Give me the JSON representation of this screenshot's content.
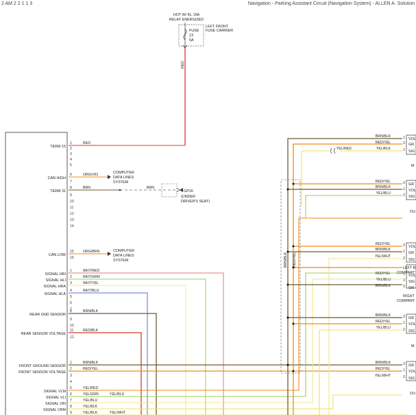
{
  "header": {
    "left": "2 AM 2 2 1 1 3",
    "right": "Navigation - Parking Assistant Circuit (Navigation System) - ALLEN A. Solution"
  },
  "top_block": {
    "feed": [
      "HOT W/ KL 15A",
      "RELAY ENERGIZED"
    ],
    "carrier": [
      "LEFT FRONT",
      "FUSE CARRIER"
    ],
    "fuse": [
      "FUSE",
      "13",
      "5A"
    ],
    "wire": "RED"
  },
  "module": {
    "labels": [
      {
        "text": "TERM 15",
        "pin": 1
      },
      {
        "text": "CAN HIGH",
        "pin": 6
      },
      {
        "text": "TERM 31",
        "pin": 8
      },
      {
        "text": "CAN LOW",
        "pin": 15
      },
      {
        "text": "SIGNAL HRI",
        "pin": 1
      },
      {
        "text": "SIGNAL HLI",
        "pin": 2
      },
      {
        "text": "SIGNAL HRA",
        "pin": 3
      },
      {
        "text": "SIGNAL HLA",
        "pin": 4
      },
      {
        "text": "REAR GND SENSOR",
        "pin": 8
      },
      {
        "text": "REAR SENSOR VOLTAGE",
        "pin": 11
      },
      {
        "text": "FRONT GROUND SENSOR",
        "pin": 1
      },
      {
        "text": "FRONT SENSOR VOLTAGE",
        "pin": 2
      },
      {
        "text": "SIGNAL VLM",
        "pin": 5
      },
      {
        "text": "SIGNAL VLI",
        "pin": 6
      },
      {
        "text": "SIGNAL VRI",
        "pin": 7
      },
      {
        "text": "SIGNAL VRM",
        "pin": 8
      }
    ],
    "pins_a": [
      "1",
      "2",
      "3",
      "4",
      "5",
      "6",
      "7",
      "8",
      "9",
      "10",
      "11",
      "12",
      "13",
      "14",
      "15",
      "16"
    ],
    "pins_b": [
      "1",
      "2",
      "3",
      "4",
      "5",
      "6",
      "7",
      "8",
      "9",
      "10",
      "11",
      "12"
    ],
    "pins_c": [
      "1",
      "2",
      "3",
      "4",
      "5",
      "6",
      "7",
      "8",
      "9"
    ]
  },
  "wires": {
    "term15": "RED",
    "canh": "ORG/VIO",
    "term31": "BRN",
    "term31_b": "BRN",
    "canl": "ORG/BRN",
    "hri": "WHT/RED",
    "hli": "WHT/GRN",
    "hra": "WHT/YEL",
    "hla": "WHT/BLU",
    "rgnd": "BRN/BLK",
    "rvolt": "RED/BLK",
    "fgnd": "BRN/BLK",
    "fvolt": "RED/YEL",
    "vlm": "YEL/RED",
    "vli": "YEL/GRN",
    "vli_b": "YEL/BLU",
    "vri": "YEL/BLU",
    "vrm": "YEL/BLK",
    "vrm_b": "YEL/WHT"
  },
  "cdl": [
    "COMPUTER",
    "DATA LINES",
    "SYSTEM"
  ],
  "ground": {
    "id": "GP16",
    "l1": "(UNDER",
    "l2": "DRIVER'S SEAT)"
  },
  "bundle": [
    "BRN/BLK",
    "RED/YEL"
  ],
  "right_groups": [
    {
      "wires": [
        "BRN/BLK",
        "RED/YEL",
        "YEL/BLK"
      ],
      "pins": [
        "1",
        "3",
        "2"
      ],
      "tags": [
        "VOL",
        "GR",
        "SIG"
      ],
      "caption": "M",
      "extra": "YEL/RED"
    },
    {
      "wires": [
        "RED/YEL",
        "BRN/BLK",
        "YEL/BLU"
      ],
      "pins": [
        "3",
        "1",
        "2"
      ],
      "tags": [
        "GR",
        "VOL",
        "SIG"
      ],
      "caption": "OU"
    },
    {
      "wires": [
        "RED/YEL",
        "BRN/BLK",
        "YEL/WHT"
      ],
      "pins": [
        "3",
        "1",
        "2"
      ],
      "tags": [
        "VOL",
        "GR",
        "SIG"
      ],
      "caption": "LEFT R",
      "caption2": "COMPART"
    },
    {
      "wires": [
        "RED/YEL",
        "YEL/BLU",
        "BRN/BLK"
      ],
      "pins": [
        "1",
        "2",
        "3"
      ],
      "tags": [
        "VOL",
        "SIG",
        "GR"
      ],
      "caption": "RIGHT",
      "caption2": "COMPART"
    },
    {
      "wires": [
        "BRN/BLK",
        "RED/YEL",
        "YEL/BLU"
      ],
      "pins": [
        "3",
        "1",
        "2"
      ],
      "tags": [
        "GR",
        "VOL",
        "SIG"
      ],
      "caption": "M"
    },
    {
      "wires": [
        "BRN/BLK",
        "RED/YEL",
        "YEL/WHT"
      ],
      "pins": [
        "3",
        "1",
        "2"
      ],
      "tags": [
        "GR",
        "VOL",
        "SIG"
      ],
      "caption": "OU"
    }
  ],
  "colors": {
    "red": "#d63a2a",
    "orange": "#f08a16",
    "brown": "#6b5a30",
    "yellow": "#f4de52",
    "green": "#9ccd5a",
    "blue": "#5a6fd0",
    "pink": "#e27b7b",
    "pale": "#f2e58c",
    "line": "#333333",
    "dash": "#666666"
  }
}
